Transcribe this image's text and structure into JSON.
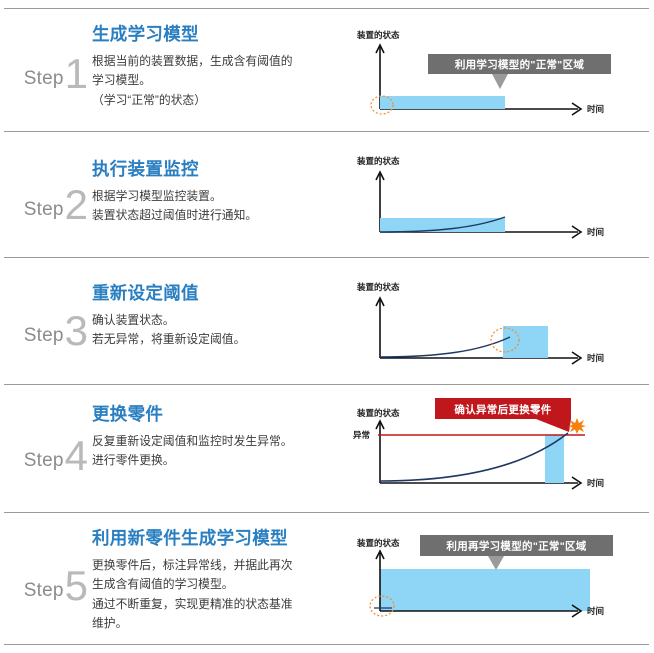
{
  "colors": {
    "title_blue": "#2a7fc1",
    "band_blue": "#8fd5f5",
    "banner_gray": "#6f6f6f",
    "callout_red": "#c0171c",
    "threshold_red": "#c0171c",
    "curve_navy": "#1f3864",
    "divider_gray": "#9a9a9a",
    "step_word_gray": "#8c8c8c",
    "step_num_gray": "#b9b9b9",
    "marker_orange": "#f08c2e",
    "starburst_orange": "#f4820f"
  },
  "common": {
    "y_axis_label": "装置的状态",
    "x_axis_label": "时间"
  },
  "steps": [
    {
      "step_word": "Step",
      "step_number": "1",
      "title": "生成学习模型",
      "desc_lines": [
        "根据当前的装置数据，生成含有阈值的",
        "学习模型。",
        "（学习“正常”的状态）"
      ],
      "figure": {
        "banner_text": "利用学习模型的\"正常\"区域",
        "has_banner": true,
        "has_curve": false,
        "has_threshold_line": false,
        "has_starburst": false,
        "has_origin_marker": true,
        "band_note": "short thin blue band along axis from origin"
      }
    },
    {
      "step_word": "Step",
      "step_number": "2",
      "title": "执行装置监控",
      "desc_lines": [
        "根据学习模型监控装置。",
        "装置状态超过阈值时进行通知。"
      ],
      "figure": {
        "banner_text": "",
        "has_banner": false,
        "has_curve": true,
        "has_threshold_line": false,
        "has_starburst": false,
        "has_origin_marker": false,
        "band_note": "thin blue band with rising curve inside"
      }
    },
    {
      "step_word": "Step",
      "step_number": "3",
      "title": "重新设定阈值",
      "desc_lines": [
        "确认装置状态。",
        "若无异常，将重新设定阈值。"
      ],
      "figure": {
        "banner_text": "",
        "has_banner": false,
        "has_curve": true,
        "has_threshold_line": false,
        "has_starburst": false,
        "has_origin_marker": true,
        "band_note": "taller blue band shifted right where curve rises"
      }
    },
    {
      "step_word": "Step",
      "step_number": "4",
      "title": "更换零件",
      "desc_lines": [
        "反复重新设定阈值和监控时发生异常。",
        "进行零件更换。"
      ],
      "figure": {
        "banner_text": "确认异常后更换零件",
        "has_banner": false,
        "has_callout": true,
        "has_curve": true,
        "has_threshold_line": true,
        "threshold_label": "异常",
        "has_starburst": true,
        "has_origin_marker": false,
        "band_note": "narrow blue band near threshold crossing"
      }
    },
    {
      "step_word": "Step",
      "step_number": "5",
      "title": "利用新零件生成学习模型",
      "desc_lines": [
        "更换零件后，标注异常线，并据此再次",
        "生成含有阈值的学习模型。",
        "通过不断重复，实现更精准的状态基准",
        "维护。"
      ],
      "figure": {
        "banner_text": "利用再学习模型的\"正常\"区域",
        "has_banner": true,
        "has_curve": false,
        "has_threshold_line": false,
        "has_starburst": false,
        "has_origin_marker": true,
        "band_note": "tall full blue band"
      }
    }
  ]
}
